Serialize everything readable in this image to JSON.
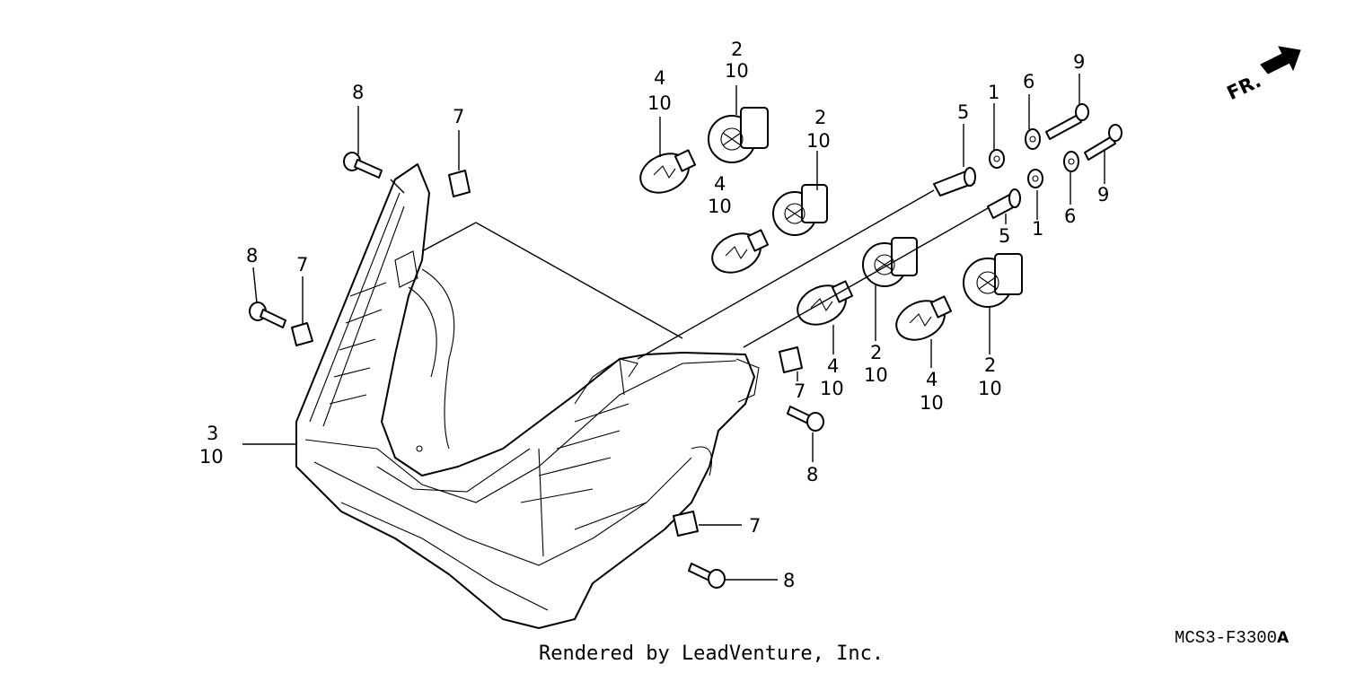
{
  "diagram": {
    "footer_credit": "Rendered by LeadVenture, Inc.",
    "diagram_code": "MCS3-F3300",
    "diagram_code_suffix": "A",
    "direction_label": "FR."
  },
  "callouts": [
    {
      "id": "c1a",
      "label": "1"
    },
    {
      "id": "c1b",
      "label": "1"
    },
    {
      "id": "c2a",
      "label": "2"
    },
    {
      "id": "c10a",
      "label": "10"
    },
    {
      "id": "c2b",
      "label": "2"
    },
    {
      "id": "c10b",
      "label": "10"
    },
    {
      "id": "c2c",
      "label": "2"
    },
    {
      "id": "c10c",
      "label": "10"
    },
    {
      "id": "c2d",
      "label": "2"
    },
    {
      "id": "c10d",
      "label": "10"
    },
    {
      "id": "c3",
      "label": "3"
    },
    {
      "id": "c10e",
      "label": "10"
    },
    {
      "id": "c4a",
      "label": "4"
    },
    {
      "id": "c10f",
      "label": "10"
    },
    {
      "id": "c4b",
      "label": "4"
    },
    {
      "id": "c10g",
      "label": "10"
    },
    {
      "id": "c4c",
      "label": "4"
    },
    {
      "id": "c10h",
      "label": "10"
    },
    {
      "id": "c4d",
      "label": "4"
    },
    {
      "id": "c10i",
      "label": "10"
    },
    {
      "id": "c5a",
      "label": "5"
    },
    {
      "id": "c5b",
      "label": "5"
    },
    {
      "id": "c6a",
      "label": "6"
    },
    {
      "id": "c6b",
      "label": "6"
    },
    {
      "id": "c7a",
      "label": "7"
    },
    {
      "id": "c7b",
      "label": "7"
    },
    {
      "id": "c7c",
      "label": "7"
    },
    {
      "id": "c7d",
      "label": "7"
    },
    {
      "id": "c8a",
      "label": "8"
    },
    {
      "id": "c8b",
      "label": "8"
    },
    {
      "id": "c8c",
      "label": "8"
    },
    {
      "id": "c8d",
      "label": "8"
    },
    {
      "id": "c9a",
      "label": "9"
    },
    {
      "id": "c9b",
      "label": "9"
    }
  ]
}
